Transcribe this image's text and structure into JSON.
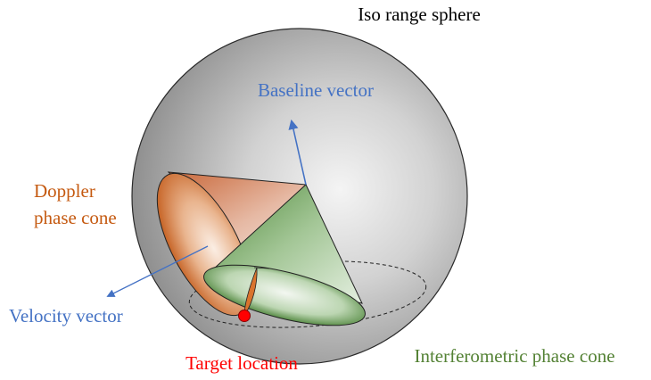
{
  "labels": {
    "sphere": "Iso range sphere",
    "baseline": "Baseline vector",
    "doppler_line1": "Doppler",
    "doppler_line2": "phase cone",
    "velocity": "Velocity vector",
    "target": "Target location",
    "interferometric": "Interferometric phase cone"
  },
  "colors": {
    "sphere_label": "#000000",
    "baseline": "#4472c4",
    "doppler": "#c55a11",
    "velocity": "#4472c4",
    "target": "#ff0000",
    "interferometric": "#548235"
  }
}
